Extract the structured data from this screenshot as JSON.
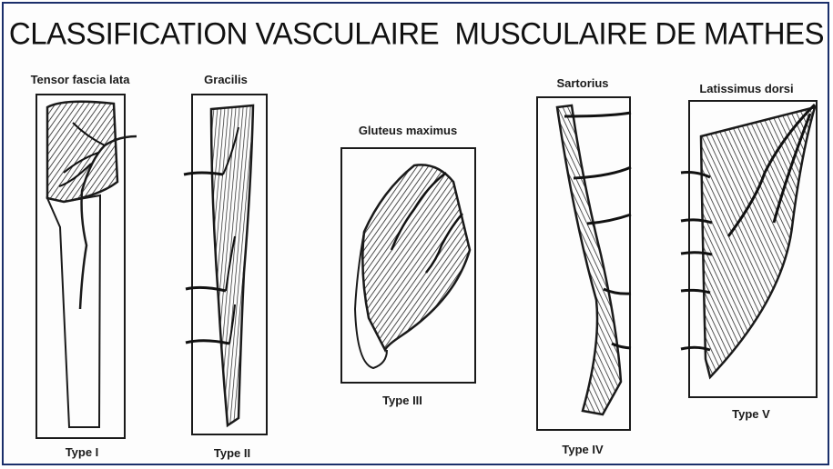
{
  "title": "CLASSIFICATION VASCULAIRE  MUSCULAIRE DE MATHES",
  "panels": [
    {
      "muscle": "Tensor fascia lata",
      "type": "Type I"
    },
    {
      "muscle": "Gracilis",
      "type": "Type II"
    },
    {
      "muscle": "Gluteus maximus",
      "type": "Type III"
    },
    {
      "muscle": "Sartorius",
      "type": "Type IV"
    },
    {
      "muscle": "Latissimus dorsi",
      "type": "Type V"
    }
  ],
  "colors": {
    "frame": "#1b2f6b",
    "ink": "#1a1a1a"
  }
}
